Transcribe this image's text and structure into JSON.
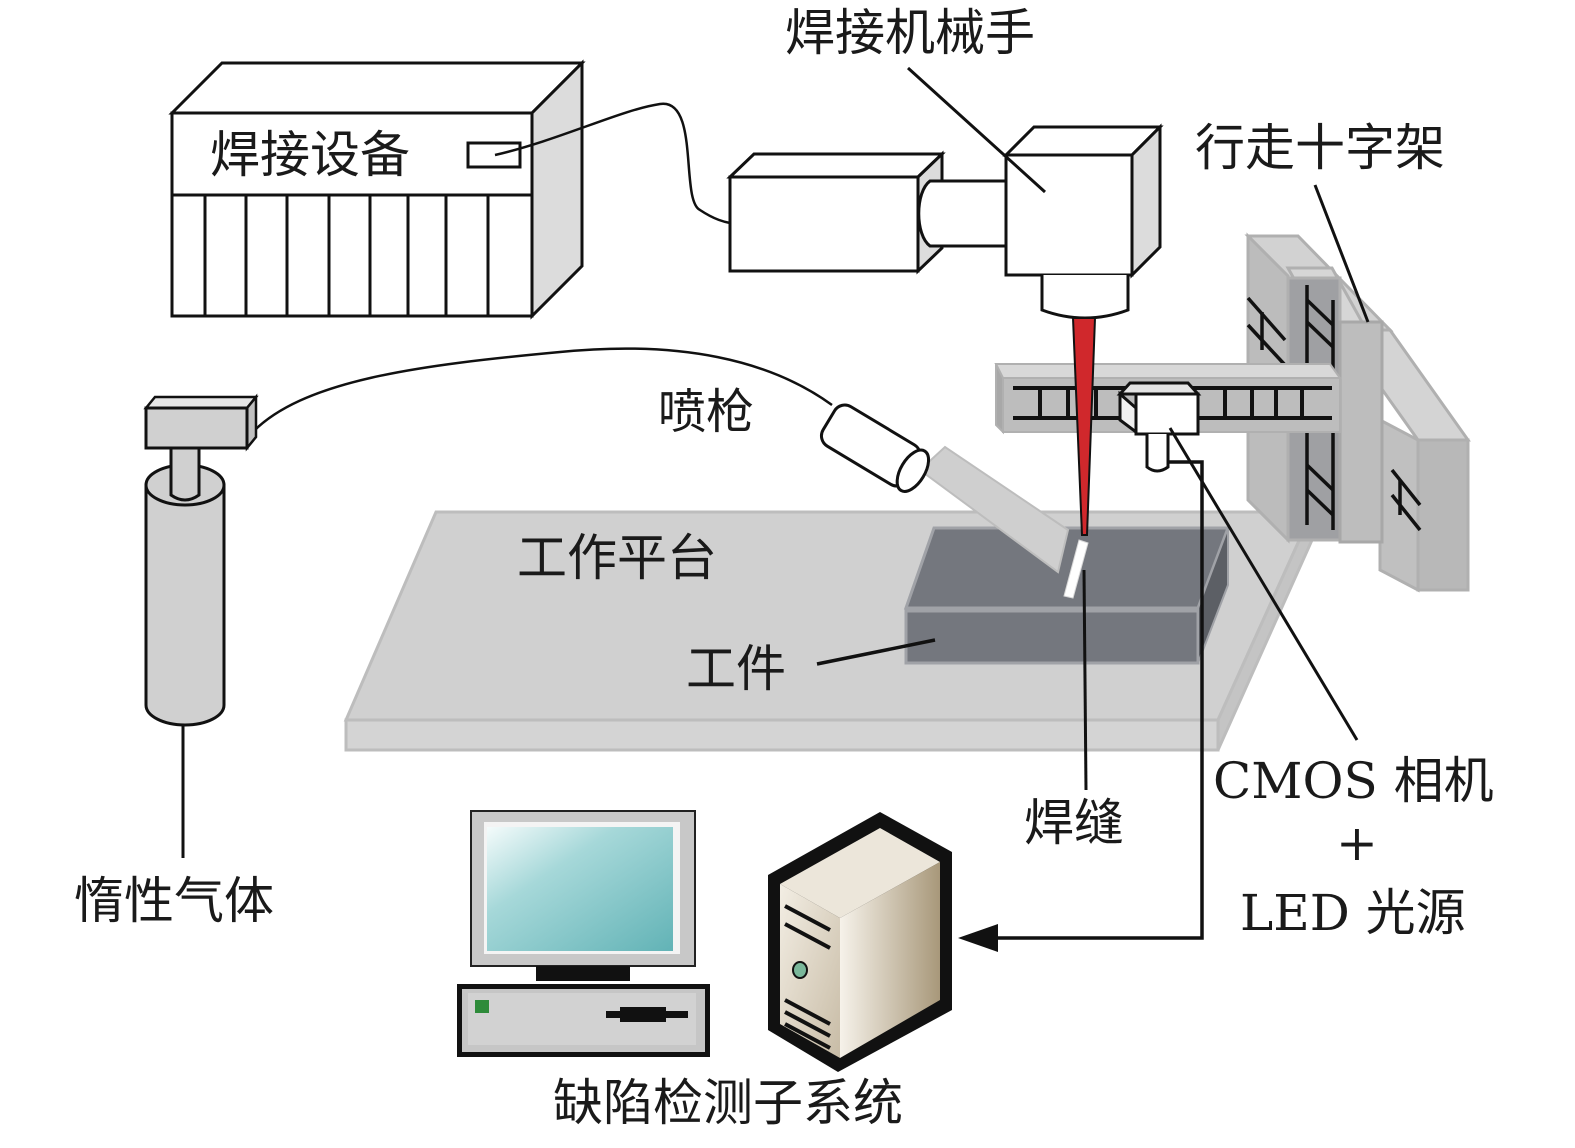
{
  "diagram": {
    "type": "system-schematic",
    "subject": "laser welding setup with defect detection",
    "colors": {
      "laser": "#d0282c",
      "platform": "#d0d0d0",
      "workpiece": "#74777e",
      "gantry": "#bdbdbd",
      "monitor_screen": "#7cc4c6",
      "tower": "#d8cfc0"
    }
  },
  "labels": {
    "welding_equipment": "焊接设备",
    "welding_robot": "焊接机械手",
    "gantry": "行走十字架",
    "nozzle": "喷枪",
    "work_platform": "工作平台",
    "workpiece": "工件",
    "inert_gas": "惰性气体",
    "weld_seam": "焊缝",
    "camera_line1": "CMOS 相机",
    "camera_plus": "+",
    "camera_line2": "LED 光源",
    "defect_subsystem": "缺陷检测子系统"
  }
}
